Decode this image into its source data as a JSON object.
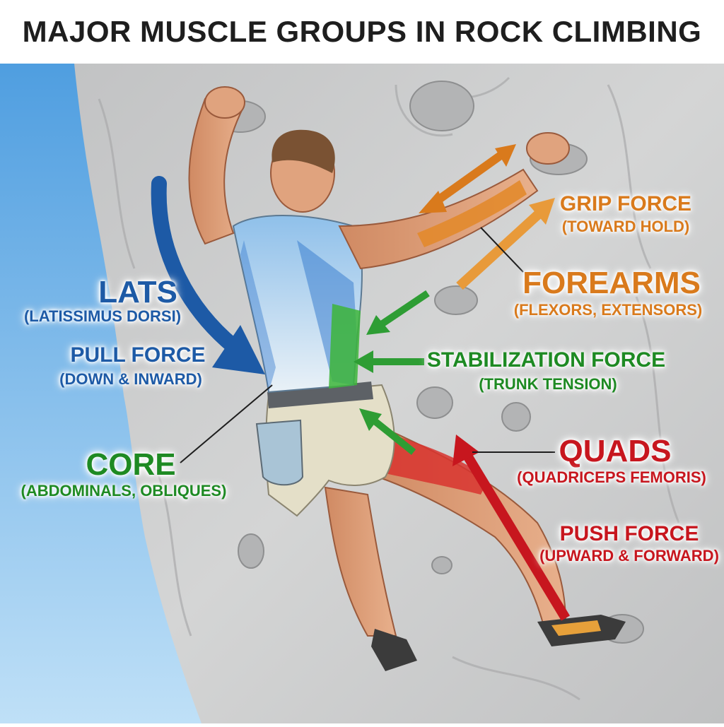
{
  "title": "MAJOR MUSCLE GROUPS IN ROCK CLIMBING",
  "labels": {
    "lats": {
      "name": "LATS",
      "detail": "(LATISSIMUS DORSI)"
    },
    "pull_force": {
      "name": "PULL FORCE",
      "detail": "(DOWN & INWARD)"
    },
    "core": {
      "name": "CORE",
      "detail": "(ABDOMINALS, OBLIQUES)"
    },
    "grip_force": {
      "name": "GRIP FORCE",
      "detail": "(TOWARD HOLD)"
    },
    "forearms": {
      "name": "FOREARMS",
      "detail": "(FLEXORS, EXTENSORS)"
    },
    "stabilization_force": {
      "name": "STABILIZATION FORCE",
      "detail": "(TRUNK TENSION)"
    },
    "quads": {
      "name": "QUADS",
      "detail": "(QUADRICEPS FEMORIS)"
    },
    "push_force": {
      "name": "PUSH FORCE",
      "detail": "(UPWARD & FORWARD)"
    }
  },
  "colors": {
    "lats": "#1d5aa6",
    "core": "#1e8a23",
    "forearms": "#d97a1c",
    "quads": "#c7161e",
    "sky": "#6fb3e8",
    "rock": "#c9cacb",
    "skin": "#e0a37e",
    "muscle": "#c96048"
  }
}
